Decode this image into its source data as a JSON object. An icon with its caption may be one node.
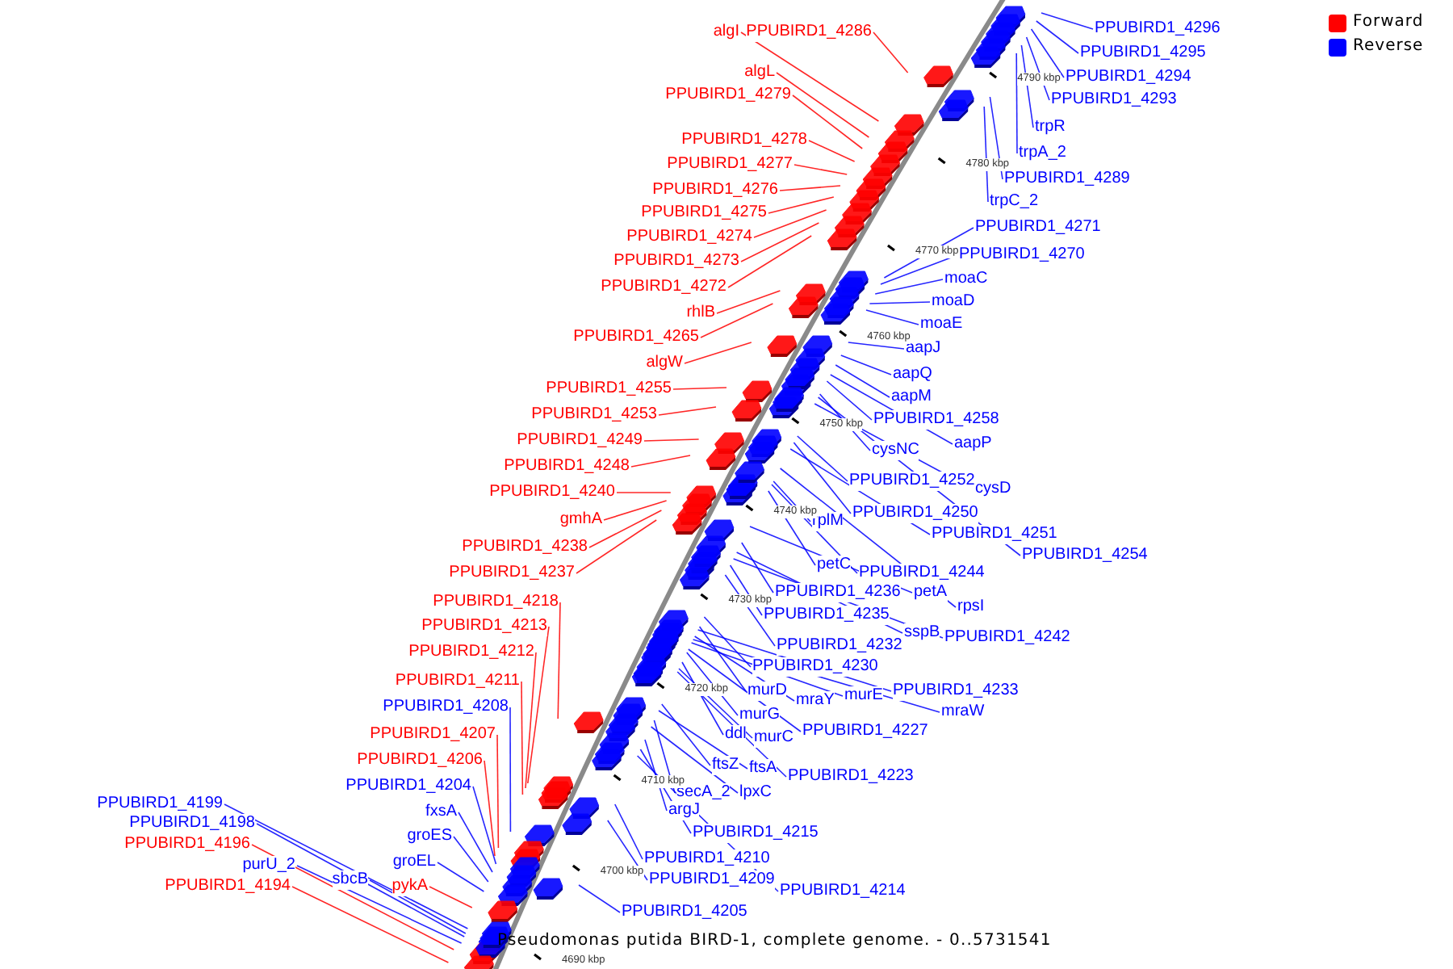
{
  "diagram": {
    "caption": "Pseudomonas putida BIRD-1, complete genome. - 0..5731541",
    "nodes": [
      {
        "text": [
          "algI"
        ]
      },
      {
        "text": [
          "PPUBIRD1_4286"
        ]
      },
      {
        "text": [
          "algL"
        ]
      },
      {
        "text": [
          "PPUBIRD1_4279"
        ]
      },
      {
        "text": [
          "PPUBIRD1_4278"
        ]
      },
      {
        "text": [
          "PPUBIRD1_4277"
        ]
      },
      {
        "text": [
          "PPUBIRD1_4276"
        ]
      },
      {
        "text": [
          "PPUBIRD1_4275"
        ]
      },
      {
        "text": [
          "PPUBIRD1_4274"
        ]
      },
      {
        "text": [
          "PPUBIRD1_4273"
        ]
      },
      {
        "text": [
          "PPUBIRD1_4272"
        ]
      },
      {
        "text": [
          "rhlB"
        ]
      },
      {
        "text": [
          "PPUBIRD1_4265"
        ]
      },
      {
        "text": [
          "algW"
        ]
      },
      {
        "text": [
          "PPUBIRD1_4255"
        ]
      },
      {
        "text": [
          "PPUBIRD1_4253"
        ]
      },
      {
        "text": [
          "PPUBIRD1_4249"
        ]
      },
      {
        "text": [
          "PPUBIRD1_4248"
        ]
      },
      {
        "text": [
          "PPUBIRD1_4240"
        ]
      },
      {
        "text": [
          "gmhA"
        ]
      },
      {
        "text": [
          "PPUBIRD1_4238"
        ]
      },
      {
        "text": [
          "PPUBIRD1_4237"
        ]
      },
      {
        "text": [
          "PPUBIRD1_4218"
        ]
      },
      {
        "text": [
          "PPUBIRD1_4213"
        ]
      },
      {
        "text": [
          "PPUBIRD1_4212"
        ]
      },
      {
        "text": [
          "PPUBIRD1_4211"
        ]
      },
      {
        "text": [
          "PPUBIRD1_4208"
        ]
      },
      {
        "text": [
          "PPUBIRD1_4207"
        ]
      },
      {
        "text": [
          "PPUBIRD1_4206"
        ]
      },
      {
        "text": [
          "PPUBIRD1_4204"
        ]
      },
      {
        "text": [
          "fxsA"
        ]
      },
      {
        "text": [
          "groES"
        ]
      },
      {
        "text": [
          "groEL"
        ]
      },
      {
        "text": [
          "pykA"
        ]
      },
      {
        "text": [
          "PPUBIRD1_4199"
        ]
      },
      {
        "text": [
          "PPUBIRD1_4198"
        ]
      },
      {
        "text": [
          "PPUBIRD1_4196"
        ]
      },
      {
        "text": [
          "purU_2"
        ]
      },
      {
        "text": [
          "sbcB"
        ]
      },
      {
        "text": [
          "PPUBIRD1_4194"
        ]
      },
      {
        "text": [
          "PPUBIRD1_4296"
        ]
      },
      {
        "text": [
          "PPUBIRD1_4295"
        ]
      },
      {
        "text": [
          "PPUBIRD1_4294"
        ]
      },
      {
        "text": [
          "PPUBIRD1_4293"
        ]
      },
      {
        "text": [
          "trpR"
        ]
      },
      {
        "text": [
          "trpA_2"
        ]
      },
      {
        "text": [
          "PPUBIRD1_4289"
        ]
      },
      {
        "text": [
          "trpC_2"
        ]
      },
      {
        "text": [
          "PPUBIRD1_4271"
        ]
      },
      {
        "text": [
          "PPUBIRD1_4270"
        ]
      },
      {
        "text": [
          "moaC"
        ]
      },
      {
        "text": [
          "moaD"
        ]
      },
      {
        "text": [
          "moaE"
        ]
      },
      {
        "text": [
          "aapJ"
        ]
      },
      {
        "text": [
          "aapQ"
        ]
      },
      {
        "text": [
          "aapM"
        ]
      },
      {
        "text": [
          "PPUBIRD1_4258"
        ]
      },
      {
        "text": [
          "aapP"
        ]
      },
      {
        "text": [
          "cysNC"
        ]
      },
      {
        "text": [
          "PPUBIRD1_4252"
        ]
      },
      {
        "text": [
          "cysD"
        ]
      },
      {
        "text": [
          "PPUBIRD1_4250"
        ]
      },
      {
        "text": [
          "rplM"
        ]
      },
      {
        "text": [
          "PPUBIRD1_4251"
        ]
      },
      {
        "text": [
          "PPUBIRD1_4254"
        ]
      },
      {
        "text": [
          "petC"
        ]
      },
      {
        "text": [
          "PPUBIRD1_4244"
        ]
      },
      {
        "text": [
          "petA"
        ]
      },
      {
        "text": [
          "rpsI"
        ]
      },
      {
        "text": [
          "PPUBIRD1_4236"
        ]
      },
      {
        "text": [
          "PPUBIRD1_4235"
        ]
      },
      {
        "text": [
          "sspB"
        ]
      },
      {
        "text": [
          "PPUBIRD1_4242"
        ]
      },
      {
        "text": [
          "PPUBIRD1_4232"
        ]
      },
      {
        "text": [
          "PPUBIRD1_4230"
        ]
      },
      {
        "text": [
          "murD"
        ]
      },
      {
        "text": [
          "PPUBIRD1_4233"
        ]
      },
      {
        "text": [
          "murE"
        ]
      },
      {
        "text": [
          "mraY"
        ]
      },
      {
        "text": [
          "mraW"
        ]
      },
      {
        "text": [
          "murG"
        ]
      },
      {
        "text": [
          "PPUBIRD1_4227"
        ]
      },
      {
        "text": [
          "ddl"
        ]
      },
      {
        "text": [
          "murC"
        ]
      },
      {
        "text": [
          "ftsZ"
        ]
      },
      {
        "text": [
          "ftsA"
        ]
      },
      {
        "text": [
          "PPUBIRD1_4223"
        ]
      },
      {
        "text": [
          "secA_2"
        ]
      },
      {
        "text": [
          "lpxC"
        ]
      },
      {
        "text": [
          "argJ"
        ]
      },
      {
        "text": [
          "PPUBIRD1_4215"
        ]
      },
      {
        "text": [
          "PPUBIRD1_4214"
        ]
      },
      {
        "text": [
          "PPUBIRD1_4210"
        ]
      },
      {
        "text": [
          "PPUBIRD1_4209"
        ]
      },
      {
        "text": [
          "PPUBIRD1_4205"
        ]
      }
    ],
    "edges": [
      {
        "from": 0,
        "to": null,
        "arrow": "none",
        "color": "#ff0000"
      },
      {
        "from": 1,
        "to": null,
        "arrow": "none",
        "color": "#ff0000"
      },
      {
        "from": 2,
        "to": null,
        "arrow": "none",
        "color": "#ff0000"
      },
      {
        "from": 3,
        "to": null,
        "arrow": "none",
        "color": "#ff0000"
      },
      {
        "from": 4,
        "to": null,
        "arrow": "none",
        "color": "#ff0000"
      },
      {
        "from": 5,
        "to": null,
        "arrow": "none",
        "color": "#ff0000"
      },
      {
        "from": 6,
        "to": null,
        "arrow": "none",
        "color": "#ff0000"
      },
      {
        "from": 7,
        "to": null,
        "arrow": "none",
        "color": "#ff0000"
      },
      {
        "from": 8,
        "to": null,
        "arrow": "none",
        "color": "#ff0000"
      },
      {
        "from": 9,
        "to": null,
        "arrow": "none",
        "color": "#ff0000"
      },
      {
        "from": 10,
        "to": null,
        "arrow": "none",
        "color": "#ff0000"
      },
      {
        "from": 11,
        "to": null,
        "arrow": "none",
        "color": "#ff0000"
      },
      {
        "from": 12,
        "to": null,
        "arrow": "none",
        "color": "#ff0000"
      },
      {
        "from": 13,
        "to": null,
        "arrow": "none",
        "color": "#ff0000"
      },
      {
        "from": 14,
        "to": null,
        "arrow": "none",
        "color": "#ff0000"
      },
      {
        "from": 15,
        "to": null,
        "arrow": "none",
        "color": "#ff0000"
      },
      {
        "from": 16,
        "to": null,
        "arrow": "none",
        "color": "#ff0000"
      },
      {
        "from": 17,
        "to": null,
        "arrow": "none",
        "color": "#ff0000"
      },
      {
        "from": 18,
        "to": null,
        "arrow": "none",
        "color": "#ff0000"
      },
      {
        "from": 19,
        "to": null,
        "arrow": "none",
        "color": "#ff0000"
      },
      {
        "from": 20,
        "to": null,
        "arrow": "none",
        "color": "#ff0000"
      },
      {
        "from": 21,
        "to": null,
        "arrow": "none",
        "color": "#ff0000"
      },
      {
        "from": 22,
        "to": null,
        "arrow": "none",
        "color": "#ff0000"
      },
      {
        "from": 23,
        "to": null,
        "arrow": "none",
        "color": "#ff0000"
      },
      {
        "from": 24,
        "to": null,
        "arrow": "none",
        "color": "#ff0000"
      },
      {
        "from": 25,
        "to": null,
        "arrow": "none",
        "color": "#ff0000"
      },
      {
        "from": 26,
        "to": null,
        "arrow": "none"
      },
      {
        "from": 27,
        "to": null,
        "arrow": "none",
        "color": "#ff0000"
      },
      {
        "from": 28,
        "to": null,
        "arrow": "none",
        "color": "#ff0000"
      },
      {
        "from": 29,
        "to": null,
        "arrow": "none"
      },
      {
        "from": 30,
        "to": null,
        "arrow": "none"
      },
      {
        "from": 31,
        "to": null,
        "arrow": "none"
      },
      {
        "from": 32,
        "to": null,
        "arrow": "none"
      },
      {
        "from": 33,
        "to": null,
        "arrow": "none",
        "color": "#ff0000"
      },
      {
        "from": 34,
        "to": null,
        "arrow": "none"
      },
      {
        "from": 35,
        "to": null,
        "arrow": "none"
      },
      {
        "from": 36,
        "to": null,
        "arrow": "none",
        "color": "#ff0000"
      },
      {
        "from": 37,
        "to": null,
        "arrow": "none"
      },
      {
        "from": 38,
        "to": null,
        "arrow": "none"
      },
      {
        "from": 39,
        "to": null,
        "arrow": "none",
        "color": "#ff0000"
      },
      {
        "from": 40,
        "to": null,
        "arrow": "none"
      },
      {
        "from": 41,
        "to": null,
        "arrow": "none"
      },
      {
        "from": 42,
        "to": null,
        "arrow": "none"
      },
      {
        "from": 43,
        "to": null,
        "arrow": "none"
      },
      {
        "from": 44,
        "to": null,
        "arrow": "none"
      },
      {
        "from": 45,
        "to": null,
        "arrow": "none"
      },
      {
        "from": 46,
        "to": null,
        "arrow": "none"
      },
      {
        "from": 47,
        "to": null,
        "arrow": "none"
      },
      {
        "from": 48,
        "to": null,
        "arrow": "none"
      },
      {
        "from": 49,
        "to": null,
        "arrow": "none"
      },
      {
        "from": 50,
        "to": null,
        "arrow": "none"
      },
      {
        "from": 51,
        "to": null,
        "arrow": "none"
      },
      {
        "from": 52,
        "to": null,
        "arrow": "none"
      },
      {
        "from": 53,
        "to": null,
        "arrow": "none"
      },
      {
        "from": 54,
        "to": null,
        "arrow": "none"
      },
      {
        "from": 55,
        "to": null,
        "arrow": "none"
      },
      {
        "from": 56,
        "to": null,
        "arrow": "none"
      },
      {
        "from": 57,
        "to": null,
        "arrow": "none"
      },
      {
        "from": 58,
        "to": null,
        "arrow": "none"
      },
      {
        "from": 59,
        "to": null,
        "arrow": "none"
      },
      {
        "from": 60,
        "to": null,
        "arrow": "none"
      },
      {
        "from": 61,
        "to": null,
        "arrow": "none"
      },
      {
        "from": 62,
        "to": null,
        "arrow": "none"
      },
      {
        "from": 63,
        "to": null,
        "arrow": "none"
      },
      {
        "from": 64,
        "to": null,
        "arrow": "none"
      },
      {
        "from": 65,
        "to": null,
        "arrow": "none"
      },
      {
        "from": 66,
        "to": null,
        "arrow": "none"
      },
      {
        "from": 67,
        "to": null,
        "arrow": "none"
      },
      {
        "from": 68,
        "to": null,
        "arrow": "none"
      },
      {
        "from": 69,
        "to": null,
        "arrow": "none"
      },
      {
        "from": 70,
        "to": null,
        "arrow": "none"
      },
      {
        "from": 71,
        "to": null,
        "arrow": "none"
      },
      {
        "from": 72,
        "to": null,
        "arrow": "none"
      },
      {
        "from": 73,
        "to": null,
        "arrow": "none"
      },
      {
        "from": 74,
        "to": null,
        "arrow": "none"
      },
      {
        "from": 75,
        "to": null,
        "arrow": "none"
      },
      {
        "from": 76,
        "to": null,
        "arrow": "none"
      },
      {
        "from": 77,
        "to": null,
        "arrow": "none"
      },
      {
        "from": 78,
        "to": null,
        "arrow": "none"
      },
      {
        "from": 79,
        "to": null,
        "arrow": "none"
      },
      {
        "from": 80,
        "to": null,
        "arrow": "none"
      },
      {
        "from": 81,
        "to": null,
        "arrow": "none"
      },
      {
        "from": 82,
        "to": null,
        "arrow": "none"
      },
      {
        "from": 83,
        "to": null,
        "arrow": "none"
      },
      {
        "from": 84,
        "to": null,
        "arrow": "none"
      },
      {
        "from": 85,
        "to": null,
        "arrow": "none"
      },
      {
        "from": 86,
        "to": null,
        "arrow": "none"
      },
      {
        "from": 87,
        "to": null,
        "arrow": "none"
      },
      {
        "from": 88,
        "to": null,
        "arrow": "none"
      },
      {
        "from": 89,
        "to": null,
        "arrow": "none"
      },
      {
        "from": 90,
        "to": null,
        "arrow": "none"
      },
      {
        "from": 91,
        "to": null,
        "arrow": "none"
      },
      {
        "from": 92,
        "to": null,
        "arrow": "none"
      },
      {
        "from": 93,
        "to": null,
        "arrow": "none"
      },
      {
        "from": 94,
        "to": null,
        "arrow": "none"
      }
    ],
    "labels": [
      "4790 kbp",
      "4780 kbp",
      "4770 kbp",
      "4760 kbp",
      "4750 kbp",
      "4740 kbp",
      "4730 kbp",
      "4720 kbp",
      "4710 kbp",
      "4700 kbp",
      "4690 kbp"
    ],
    "legend": [
      {
        "text": "Forward",
        "color": "#ff0000"
      },
      {
        "text": "Reverse",
        "color": "#0000ff"
      }
    ]
  }
}
